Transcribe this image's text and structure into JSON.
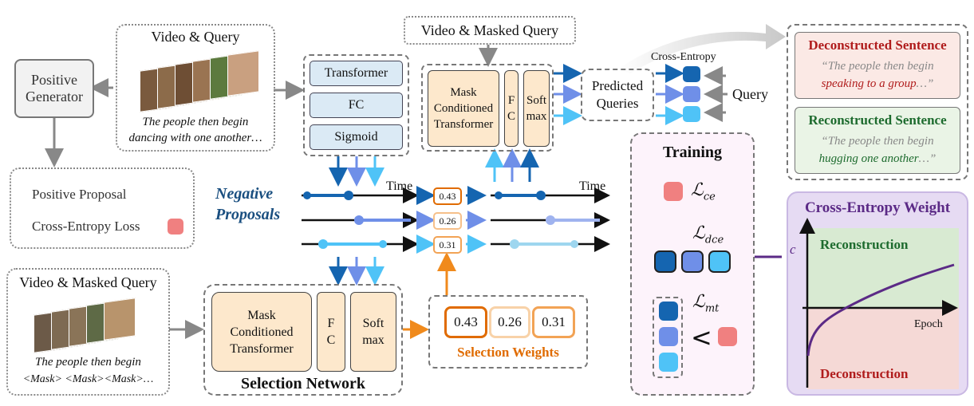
{
  "positive_generator": {
    "label_line1": "Positive",
    "label_line2": "Generator"
  },
  "video_query": {
    "title": "Video & Query",
    "caption_line1": "The people then begin",
    "caption_line2": "dancing with one another…"
  },
  "positive_proposal_box": {
    "line1": "Positive Proposal",
    "line2": "Cross-Entropy Loss"
  },
  "video_masked_query_left": {
    "title": "Video & Masked Query",
    "caption_line1": "The people then begin",
    "caption_line2": "<Mask> <Mask><Mask>…"
  },
  "top_stack": {
    "transformer": "Transformer",
    "fc": "FC",
    "sigmoid": "Sigmoid"
  },
  "video_masked_query_top": {
    "title": "Video & Masked Query"
  },
  "top_network": {
    "mct_line1": "Mask",
    "mct_line2": "Conditioned",
    "mct_line3": "Transformer",
    "fc_line1": "F",
    "fc_line2": "C",
    "softmax_line1": "Soft",
    "softmax_line2": "max"
  },
  "predicted_queries": {
    "line1": "Predicted",
    "line2": "Queries"
  },
  "cross_entropy_label": "Cross-Entropy",
  "query_label": "Query",
  "negative_proposals": {
    "line1": "Negative",
    "line2": "Proposals",
    "time_left": "Time",
    "time_right": "Time",
    "weights": [
      "0.43",
      "0.26",
      "0.31"
    ]
  },
  "selection_network": {
    "title": "Selection Network",
    "mct_line1": "Mask",
    "mct_line2": "Conditioned",
    "mct_line3": "Transformer",
    "fc_line1": "F",
    "fc_line2": "C",
    "softmax_line1": "Soft",
    "softmax_line2": "max"
  },
  "selection_weights": {
    "title": "Selection Weights",
    "values": [
      "0.43",
      "0.26",
      "0.31"
    ]
  },
  "deconstructed": {
    "title": "Deconstructed Sentence",
    "line1": "“The people then begin",
    "line2_highlight": "speaking to a group",
    "line2_tail": "…”"
  },
  "reconstructed": {
    "title": "Reconstructed Sentence",
    "line1": "“The people then begin",
    "line2_highlight": "hugging one another",
    "line2_tail": "…”"
  },
  "training": {
    "title": "Training",
    "loss_ce": "ce",
    "loss_dce": "dce",
    "loss_mt": "mt",
    "less_than": "<"
  },
  "ce_weight": {
    "title": "Cross-Entropy Weight",
    "y_label": "c",
    "x_label": "Epoch",
    "upper_region": "Reconstruction",
    "lower_region": "Deconstruction"
  },
  "colors": {
    "dark_blue": "#1565b0",
    "mid_blue": "#6f8fe8",
    "light_blue": "#4fc3f7",
    "orange": "#f08a1c",
    "pink": "#f08080",
    "dark_red": "#b01c1c",
    "dark_green": "#1d6b2e",
    "purple": "#5b2a86"
  }
}
